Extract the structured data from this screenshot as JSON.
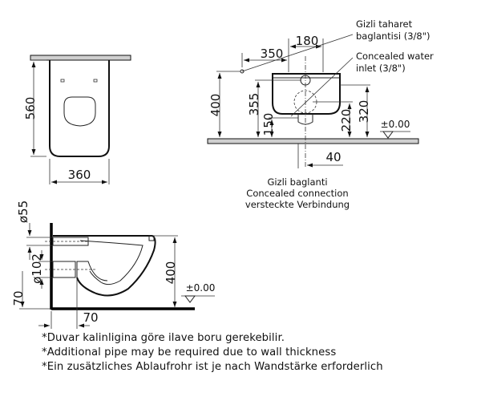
{
  "top_view": {
    "width_dim": "360",
    "depth_dim": "560"
  },
  "side_view": {
    "dim_350": "350",
    "dim_180": "180",
    "dim_400": "400",
    "dim_355": "355",
    "dim_150": "150",
    "dim_220": "220",
    "dim_320": "320",
    "dim_40": "40",
    "level": "±0.00",
    "water_inlet": {
      "tr_line1": "Gizli taharet",
      "tr_line2": "baglantisi (3/8\")",
      "en_line1": "Concealed water",
      "en_line2": "inlet (3/8\")"
    },
    "connection": {
      "tr": "Gizli baglanti",
      "en": "Concealed connection",
      "de": "versteckte Verbindung"
    }
  },
  "section_view": {
    "dim_d55": "ø55",
    "dim_d102": "ø102",
    "dim_70_v": "70",
    "dim_70_h": "70",
    "dim_400": "400",
    "level": "±0.00"
  },
  "notes": [
    "*Duvar kalinligina göre ilave boru gerekebilir.",
    "*Additional pipe may be required due to wall thickness",
    "*Ein zusätzliches Ablaufrohr ist je nach Wandstärke erforderlich"
  ]
}
